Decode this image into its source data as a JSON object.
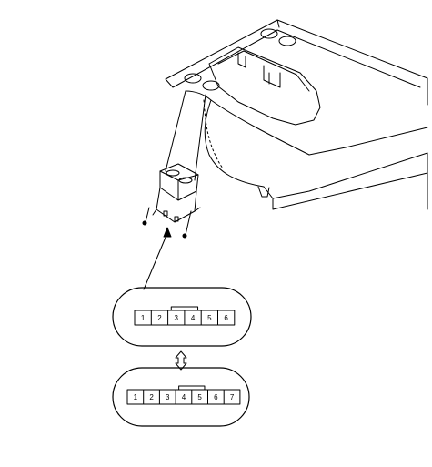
{
  "connectors": [
    {
      "pins": [
        "1",
        "2",
        "3",
        "4",
        "5",
        "6"
      ]
    },
    {
      "pins": [
        "1",
        "2",
        "3",
        "4",
        "5",
        "6",
        "7"
      ]
    }
  ],
  "colors": {
    "line": "#000000",
    "background": "#ffffff"
  },
  "icons": [
    "up-down-double-arrow-icon",
    "pointer-arrow-icon",
    "screw-icon"
  ]
}
